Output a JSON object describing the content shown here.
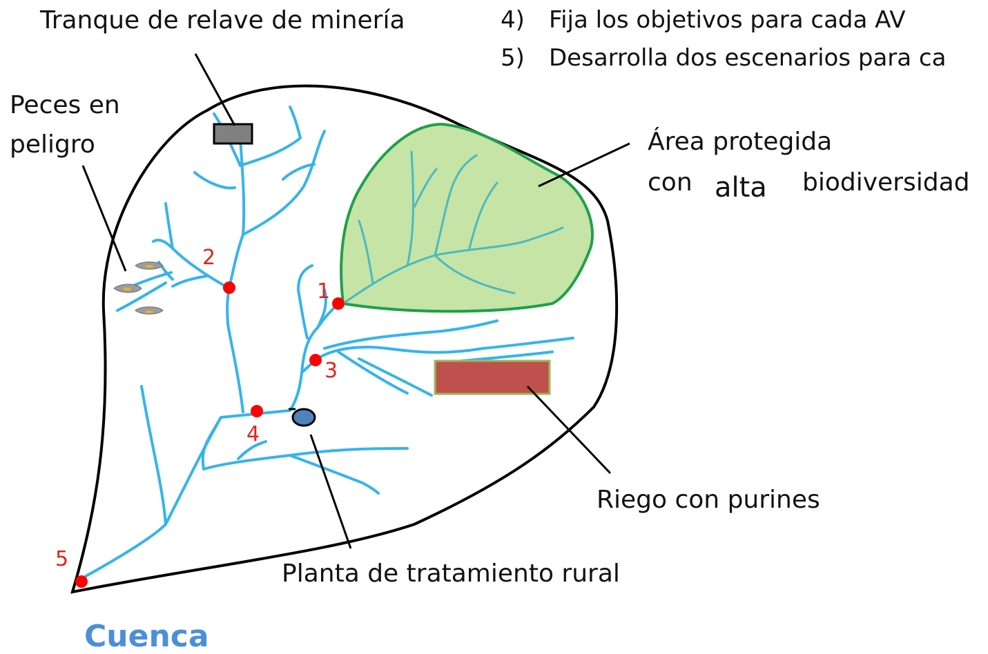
{
  "steps": [
    {
      "num": "4)",
      "text": "Fija los objetivos para cada AV"
    },
    {
      "num": "5)",
      "text": "Desarrolla dos escenarios para ca"
    }
  ],
  "labels": {
    "tailings": "Tranque de relave de minería",
    "fish_line1": "Peces en",
    "fish_line2": "peligro",
    "protected_line1": "Área protegida",
    "protected_line2_a": "con",
    "protected_line2_b": "alta",
    "protected_line2_c": "biodiversidad",
    "irrigation": "Riego con purines",
    "treatment_plant": "Planta de tratamiento rural",
    "basin": "Cuenca"
  },
  "points": [
    "1",
    "2",
    "3",
    "4",
    "5"
  ],
  "colors": {
    "river": "#35b4ea",
    "point": "#ff0000",
    "point_label": "#e2231a",
    "protected_fill": "#c5e4a6",
    "protected_stroke": "#1fa04a",
    "irrigation_fill": "#c0504d",
    "irrigation_stroke": "#9bbb59",
    "tailings_fill": "#808080",
    "plant_fill": "#4f81bd",
    "basin_title": "#4b8fd8"
  }
}
